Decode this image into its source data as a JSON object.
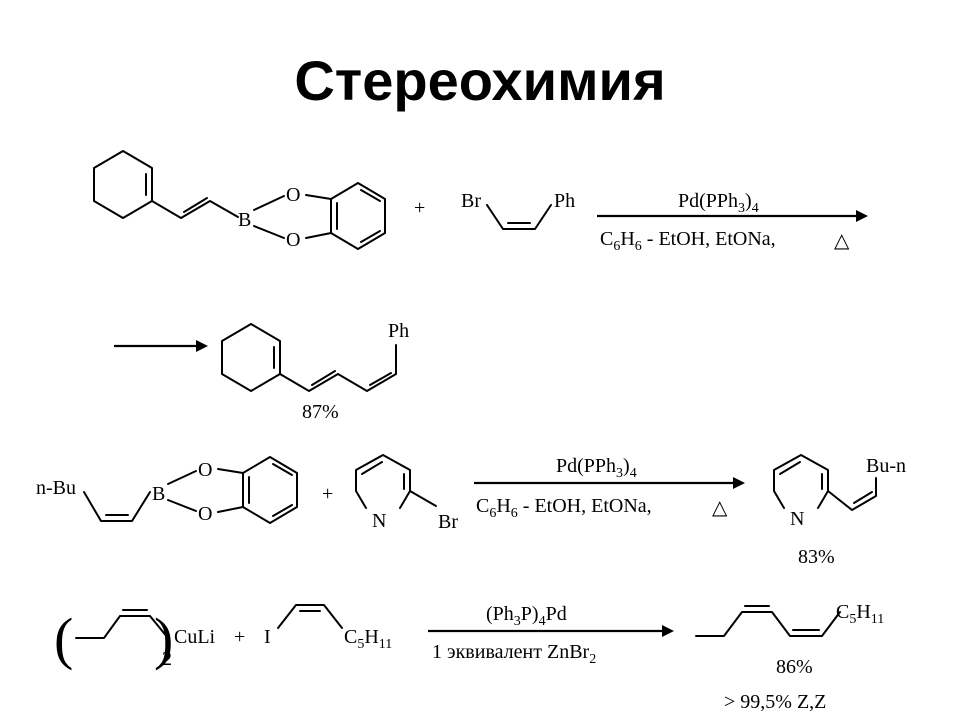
{
  "slide": {
    "title": "Стереохимия"
  },
  "reaction1": {
    "atom_b": "B",
    "atom_o_top": "O",
    "atom_o_bottom": "O",
    "plus": "+",
    "br": "Br",
    "ph": "Ph",
    "reagent_top": "Pd(PPh",
    "reagent_top_sub": "3",
    "reagent_top_tail": ")",
    "reagent_top_sub2": "4",
    "cond_c": "C",
    "cond_c_sub": "6",
    "cond_h": "H",
    "cond_h_sub": "6",
    "cond_rest": " - EtOH, EtONa,",
    "delta": "△",
    "product_ph": "Ph",
    "yield": "87%"
  },
  "reaction2": {
    "nbu": "n-Bu",
    "atom_b": "B",
    "atom_o_top": "O",
    "atom_o_bottom": "O",
    "plus": "+",
    "atom_n": "N",
    "br": "Br",
    "reagent_top": "Pd(PPh",
    "reagent_top_sub": "3",
    "reagent_top_tail": ")",
    "reagent_top_sub2": "4",
    "cond_c": "C",
    "cond_c_sub": "6",
    "cond_h": "H",
    "cond_h_sub": "6",
    "cond_rest": " - EtOH, EtONa,",
    "delta": "△",
    "product_bun": "Bu-n",
    "product_n": "N",
    "yield": "83%"
  },
  "reaction3": {
    "paren_open": "(",
    "paren_close": ")",
    "cuprate": "CuLi",
    "count": "2",
    "plus": "+",
    "iodine": "I",
    "c5h11_c": "C",
    "c5h11_c_sub": "5",
    "c5h11_h": "H",
    "c5h11_h_sub": "11",
    "reagent_top_a": "(Ph",
    "reagent_top_sub": "3",
    "reagent_top_b": "P)",
    "reagent_top_sub2": "4",
    "reagent_top_c": "Pd",
    "reagent_bottom": "1 эквивалент ZnBr",
    "reagent_bottom_sub": "2",
    "product_c": "C",
    "product_c_sub": "5",
    "product_h": "H",
    "product_h_sub": "11",
    "yield": "86%",
    "selectivity": "> 99,5%  Z,Z"
  }
}
